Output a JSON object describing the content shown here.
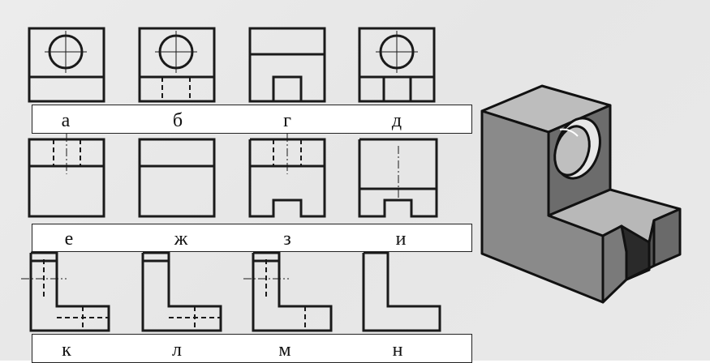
{
  "labels": {
    "row1": [
      "а",
      "б",
      "г",
      "д"
    ],
    "row2": [
      "е",
      "ж",
      "з",
      "и"
    ],
    "row3": [
      "к",
      "л",
      "м",
      "н"
    ]
  },
  "colors": {
    "line": "#1a1a1a",
    "background": "#e8e8e8",
    "label_bar": "#ffffff"
  }
}
